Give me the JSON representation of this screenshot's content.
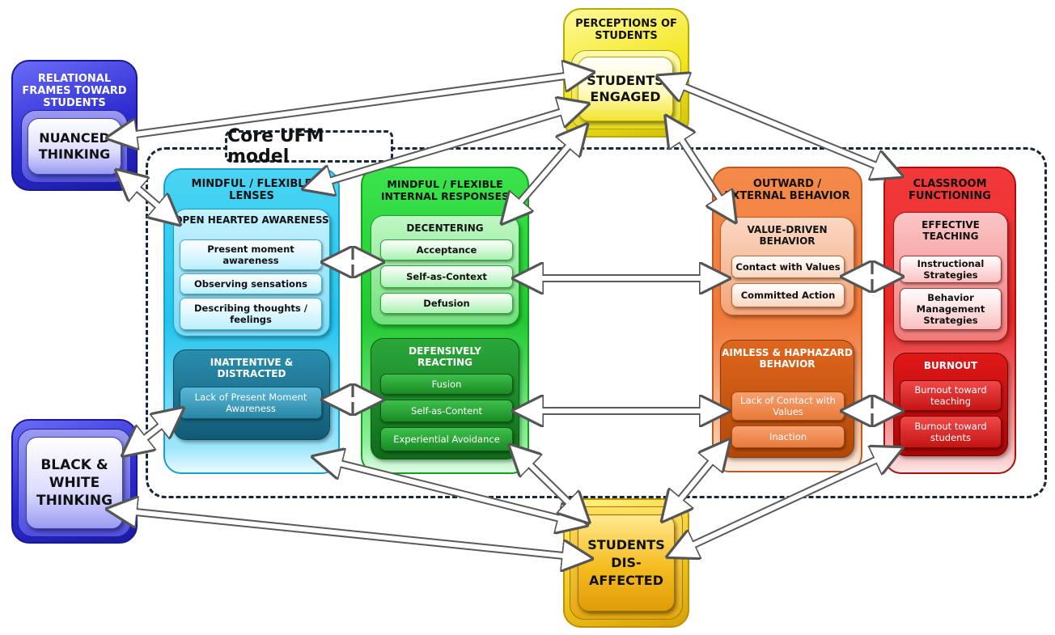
{
  "core_model_label": "Core UFM model",
  "relational_frames": {
    "title": "RELATIONAL FRAMES TOWARD STUDENTS",
    "nuanced": "NUANCED THINKING",
    "black_white": "BLACK & WHITE THINKING"
  },
  "perceptions": {
    "title": "PERCEPTIONS OF STUDENTS",
    "engaged": "STUDENTS ENGAGED",
    "disaffected": "STUDENTS DIS-AFFECTED"
  },
  "lenses": {
    "title": "MINDFUL / FLEXIBLE LENSES",
    "open_hearted": {
      "title": "OPEN HEARTED AWARENESS",
      "items": [
        "Present moment awareness",
        "Observing sensations",
        "Describing thoughts / feelings"
      ]
    },
    "inattentive": {
      "title": "INATTENTIVE & DISTRACTED",
      "items": [
        "Lack of Present Moment Awareness"
      ]
    }
  },
  "internal": {
    "title": "MINDFUL / FLEXIBLE INTERNAL RESPONSES",
    "decentering": {
      "title": "DECENTERING",
      "items": [
        "Acceptance",
        "Self-as-Context",
        "Defusion"
      ]
    },
    "defensive": {
      "title": "DEFENSIVELY REACTING",
      "items": [
        "Fusion",
        "Self-as-Content",
        "Experiential Avoidance"
      ]
    }
  },
  "behavior": {
    "title": "OUTWARD / EXTERNAL BEHAVIOR",
    "value_driven": {
      "title": "VALUE-DRIVEN BEHAVIOR",
      "items": [
        "Contact with Values",
        "Committed Action"
      ]
    },
    "aimless": {
      "title": "AIMLESS & HAPHAZARD BEHAVIOR",
      "items": [
        "Lack of Contact with Values",
        "Inaction"
      ]
    }
  },
  "classroom": {
    "title": "CLASSROOM FUNCTIONING",
    "effective": {
      "title": "EFFECTIVE TEACHING",
      "items": [
        "Instructional Strategies",
        "Behavior Management Strategies"
      ]
    },
    "burnout": {
      "title": "BURNOUT",
      "items": [
        "Burnout toward teaching",
        "Burnout toward students"
      ]
    }
  },
  "colors": {
    "blue": "#3a3ad8",
    "cyan": "#22c4ee",
    "green": "#22c832",
    "orange": "#f07a3a",
    "red": "#e82828",
    "yellow": "#f2e61e"
  }
}
